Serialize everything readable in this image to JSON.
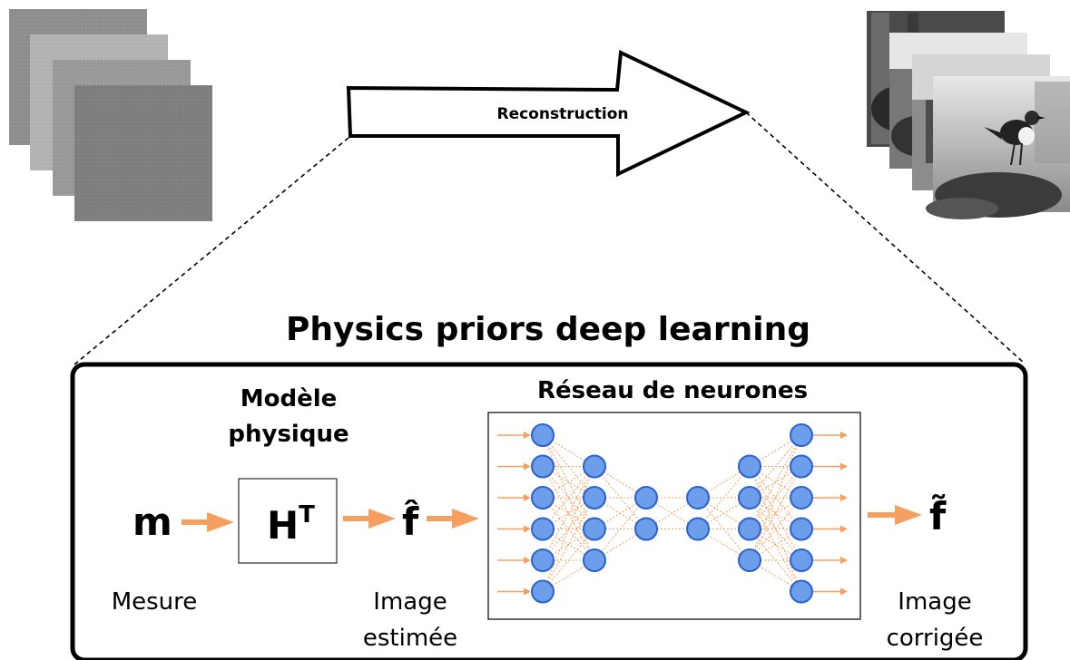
{
  "top": {
    "arrow_label": "Reconstruction"
  },
  "framework": {
    "title": "Physics priors deep learning",
    "physics_model": {
      "title_line1": "Modèle",
      "title_line2": "physique",
      "operator": "H",
      "operator_sup": "T"
    },
    "network": {
      "title": "Réseau de neurones",
      "layer_sizes": [
        6,
        4,
        2,
        2,
        4,
        6
      ]
    },
    "input_symbol": "m",
    "estimate_symbol": "f̂",
    "output_symbol": "f̃",
    "labels": {
      "measurement": "Mesure",
      "estimate_line1": "Image",
      "estimate_line2": "estimée",
      "output_line1": "Image",
      "output_line2": "corrigée"
    }
  },
  "colors": {
    "arrow_orange": "#f5a060",
    "neuron_fill": "#6d9eeb",
    "neuron_stroke": "#2a62cf"
  }
}
